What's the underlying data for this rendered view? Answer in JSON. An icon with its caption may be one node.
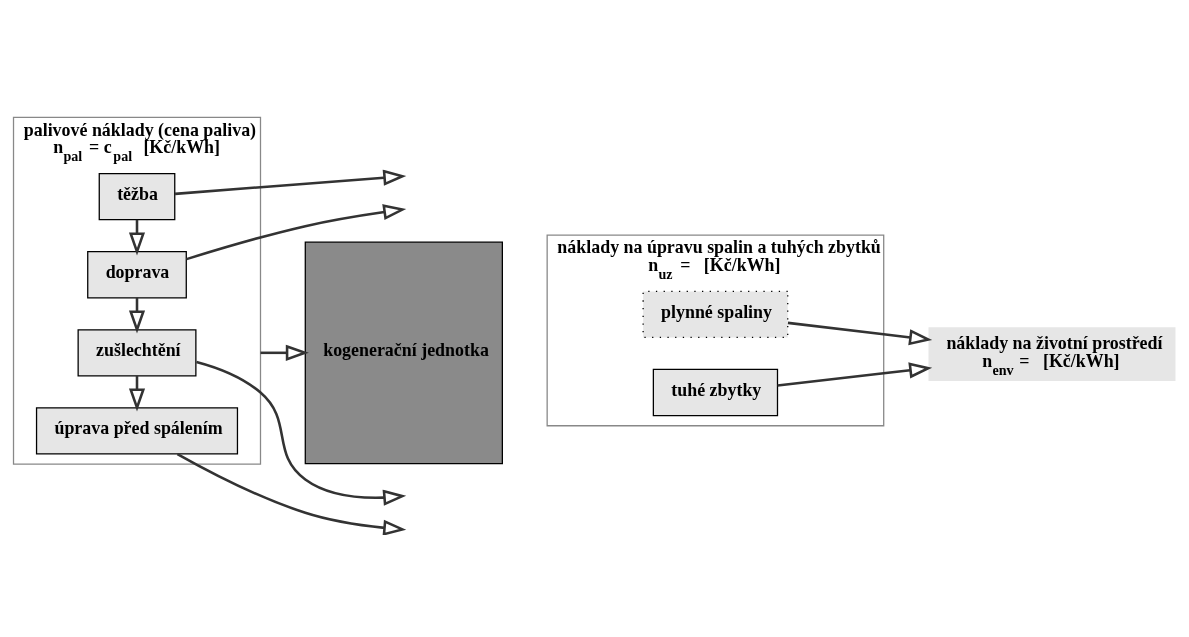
{
  "diagram": {
    "nodes": [
      {
        "text": [
          "palivové náklady (cena paliva)",
          "n$_{pal}$ = c$_{pal}$  [Kč/kWh]"
        ]
      },
      {
        "text": [
          "těžba"
        ],
        "in": 0
      },
      {
        "text": [
          "doprava"
        ],
        "in": 0
      },
      {
        "text": [
          "zušlechtění"
        ],
        "in": 0
      },
      {
        "text": [
          "úprava před spálením"
        ],
        "in": 0
      },
      {
        "text": [
          "kogenerační jednotka"
        ]
      },
      {
        "text": [
          "náklady na úpravu spalin a tuhých zbytků",
          "n$_{uz}$ =   [Kč/kWh]"
        ]
      },
      {
        "text": [
          "plynné spaliny"
        ],
        "in": 6
      },
      {
        "text": [
          "tuhé zbytky"
        ],
        "in": 6
      },
      {
        "text": [
          "náklady na životní prostředí",
          "n$_{env}$ =   [Kč/kWh]"
        ]
      }
    ],
    "edges": [
      {
        "from": 1,
        "to": 2,
        "arrow": "to"
      },
      {
        "from": 2,
        "to": 3,
        "arrow": "to"
      },
      {
        "from": 3,
        "to": 4,
        "arrow": "to"
      },
      {
        "from": 1,
        "to": null,
        "arrow": "to"
      },
      {
        "from": 2,
        "to": null,
        "arrow": "to"
      },
      {
        "from": 3,
        "to": null,
        "arrow": "to"
      },
      {
        "from": 4,
        "to": null,
        "arrow": "to"
      },
      {
        "from": 0,
        "to": 5,
        "arrow": "to"
      },
      {
        "from": 7,
        "to": 9,
        "arrow": "to"
      },
      {
        "from": 8,
        "to": 9,
        "arrow": "to"
      }
    ]
  }
}
